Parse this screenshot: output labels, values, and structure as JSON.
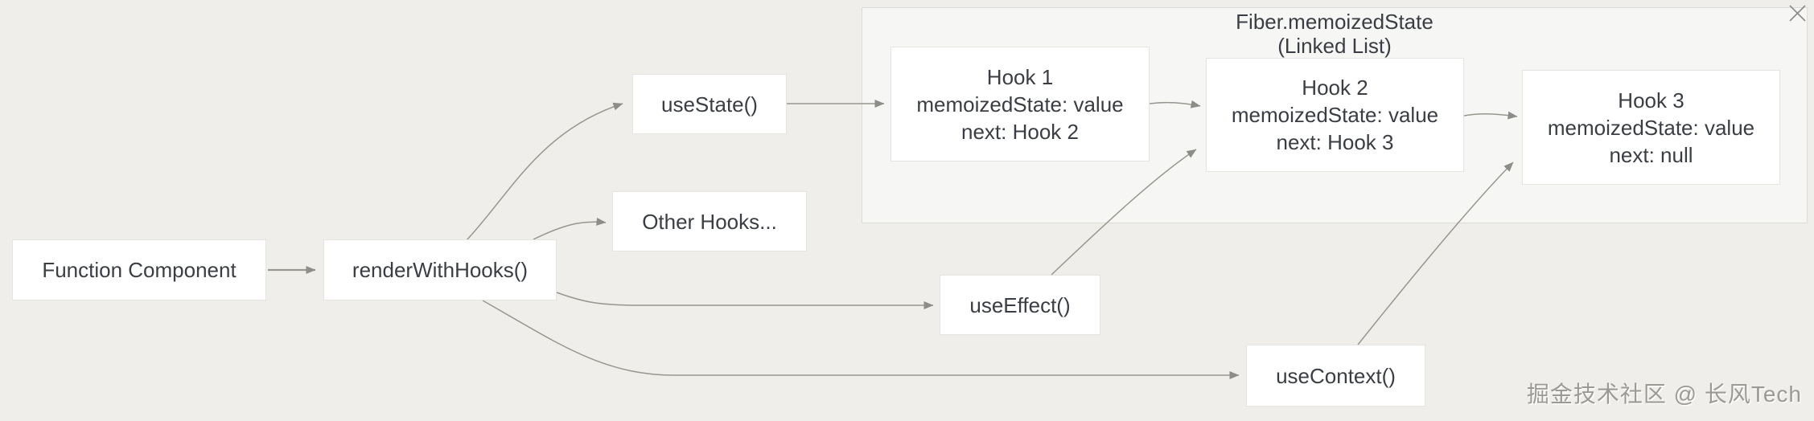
{
  "diagram": {
    "nodes": {
      "function_component": {
        "label": "Function Component"
      },
      "render_with_hooks": {
        "label": "renderWithHooks()"
      },
      "use_state": {
        "label": "useState()"
      },
      "other_hooks": {
        "label": "Other Hooks..."
      },
      "use_effect": {
        "label": "useEffect()"
      },
      "use_context": {
        "label": "useContext()"
      }
    },
    "linked_list": {
      "title": "Fiber.memoizedState",
      "subtitle": "(Linked List)",
      "hooks": [
        {
          "title": "Hook 1",
          "state": "memoizedState: value",
          "next": "next: Hook 2"
        },
        {
          "title": "Hook 2",
          "state": "memoizedState: value",
          "next": "next: Hook 3"
        },
        {
          "title": "Hook 3",
          "state": "memoizedState: value",
          "next": "next: null"
        }
      ]
    },
    "close_label": "✕",
    "watermark": "掘金技术社区 @ 长风Tech",
    "colors": {
      "background": "#efeeeb",
      "container_fill": "#f6f6f4",
      "container_border": "#dcdbd7",
      "node_fill": "#ffffff",
      "node_border": "#e5e4e0",
      "arrow": "#97968f",
      "arrowhead": "#8d8c88",
      "text": "#3a3e44",
      "watermark": "#8f8c87"
    }
  }
}
